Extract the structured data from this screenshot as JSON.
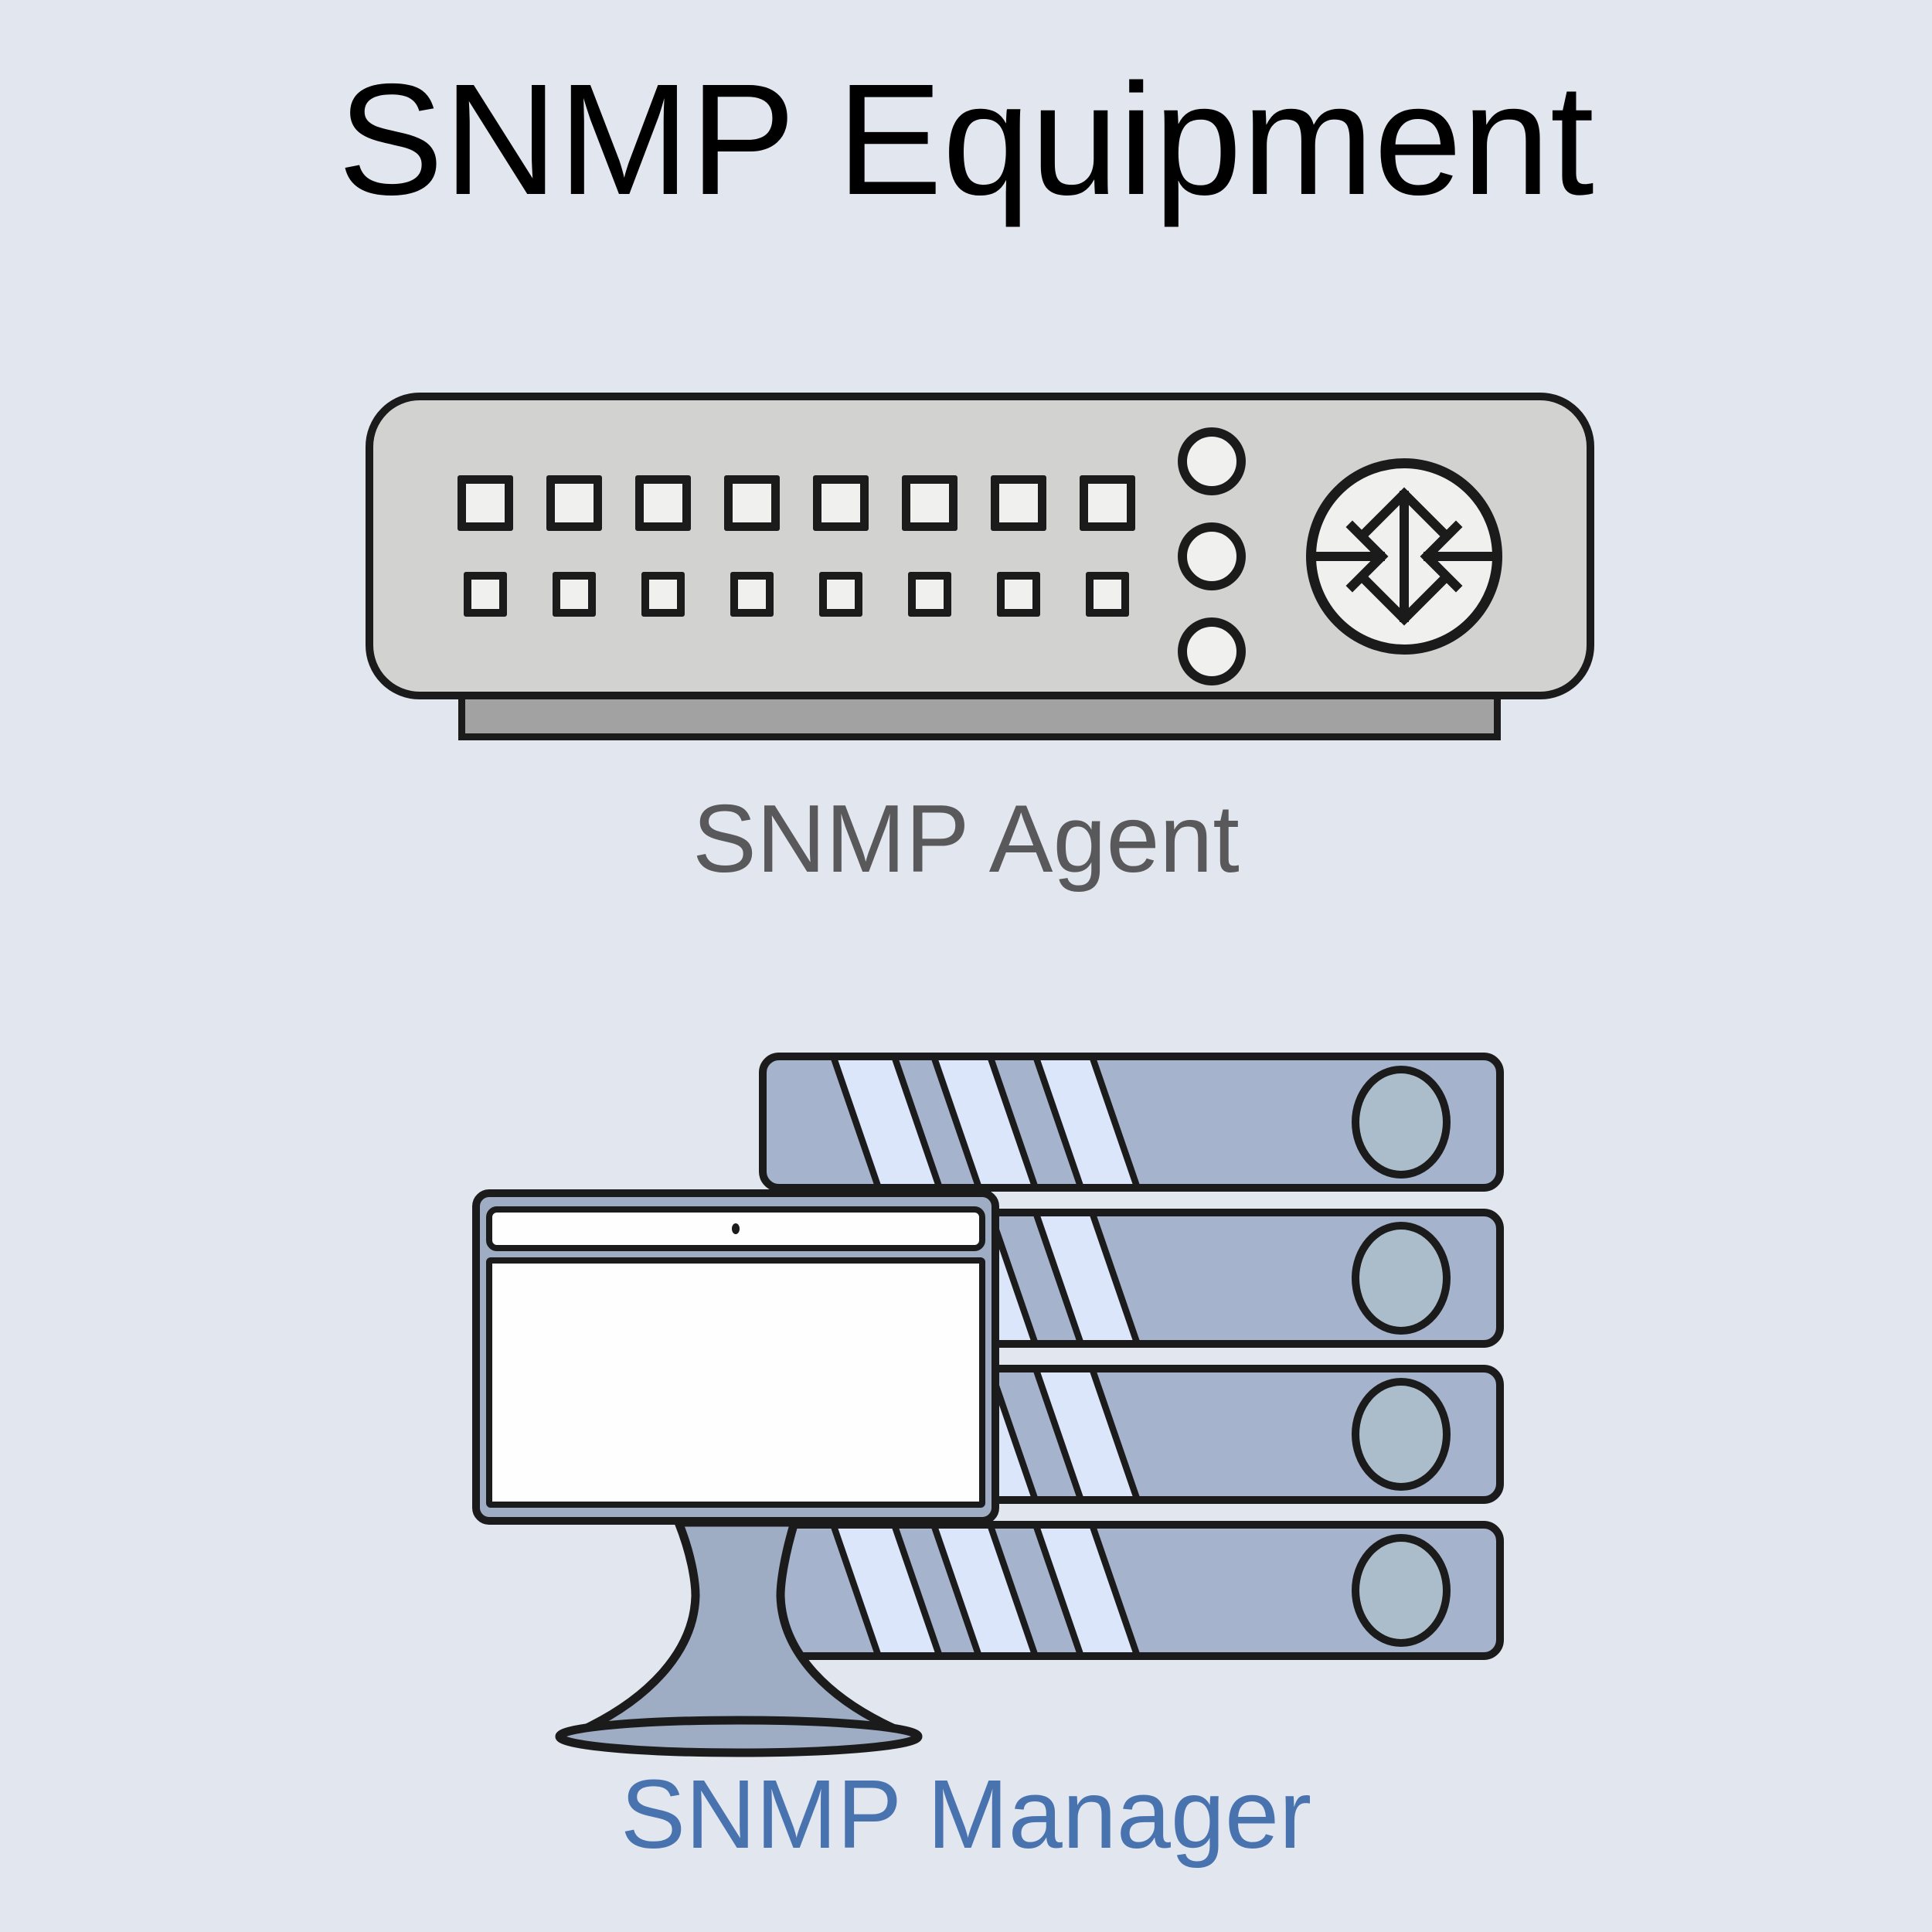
{
  "title": "SNMP Equipment",
  "palette": {
    "background": "#E2E6EE",
    "outline_ink": "#1B1B1B",
    "device_body": "#D2D2D1",
    "device_base": "#A3A2A2",
    "control_fill": "#F0F0EF",
    "server_body": "#A5B3CD",
    "server_stripe": "#DCE6FA",
    "server_port": "#ABBDCB",
    "monitor_body": "#9EADC3",
    "screen_fill": "#FEFEFE",
    "agent_label_color": "#59585A",
    "manager_label_color": "#4973AF"
  },
  "agent": {
    "label": "SNMP Agent",
    "panel": {
      "top_button_count": 8,
      "bottom_button_count": 8,
      "indicator_count": 3,
      "router_icon": "router-traffic-arrows"
    }
  },
  "manager": {
    "label": "SNMP Manager",
    "servers": {
      "unit_count": 4,
      "stripes_per_unit": 3
    },
    "monitor": {
      "webcam_icon": "webcam-dot"
    }
  }
}
